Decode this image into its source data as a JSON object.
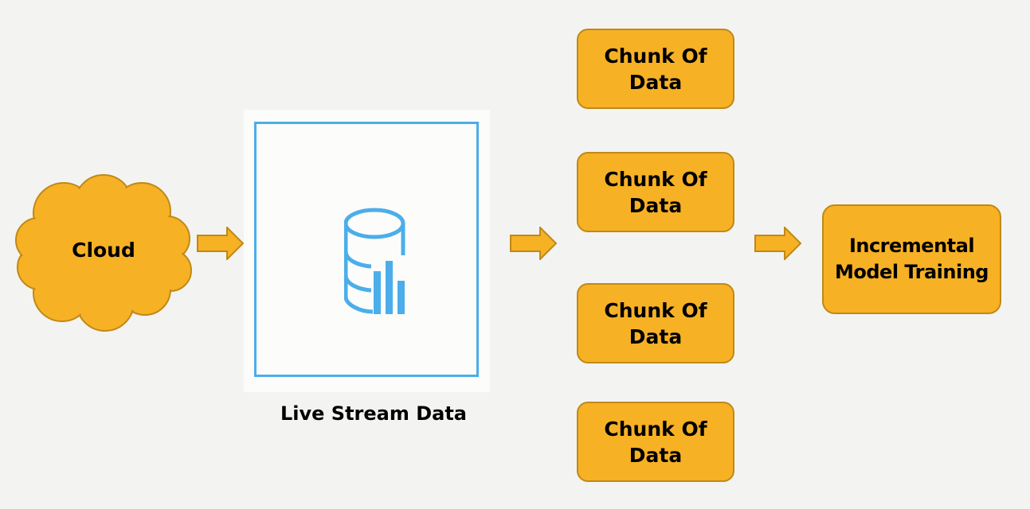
{
  "diagram": {
    "cloud": {
      "label": "Cloud"
    },
    "stream": {
      "label": "Live Stream Data",
      "icon": "database-chart-icon"
    },
    "chunks": [
      {
        "label": "Chunk Of Data"
      },
      {
        "label": "Chunk Of Data"
      },
      {
        "label": "Chunk Of Data"
      },
      {
        "label": "Chunk Of Data"
      }
    ],
    "training": {
      "label": "Incremental Model Training"
    }
  },
  "colors": {
    "box_fill": "#f7b125",
    "box_border": "#c08916",
    "stream_border": "#4baeea",
    "background": "#f3f3f2"
  }
}
